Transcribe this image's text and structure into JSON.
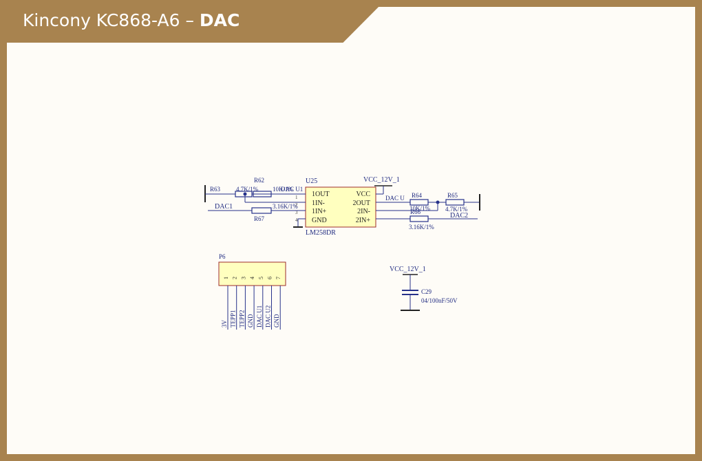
{
  "header": {
    "title_main": "Kincony KC868-A6 – ",
    "title_bold": "DAC"
  },
  "colors": {
    "frame": "#a8834f",
    "paper": "#fefcf7",
    "wire": "#26318a",
    "ic_fill": "#ffffbf",
    "ic_border": "#9e2b2b",
    "text": "#1f2a80",
    "dark": "#222222"
  },
  "schematic": {
    "u25": {
      "ref": "U25",
      "part": "LM258DR",
      "left_pins": [
        "1OUT",
        "1IN-",
        "1IN+",
        "GND"
      ],
      "right_pins": [
        "VCC",
        "2OUT",
        "2IN-",
        "2IN+"
      ],
      "left_pin_numbers": [
        "1",
        "2",
        "3",
        "4"
      ]
    },
    "vcc_top": "VCC_12V_1",
    "vcc_cap": "VCC_12V_1",
    "resistors": {
      "r63": {
        "ref": "R63",
        "value": "4.7K/1%"
      },
      "r62": {
        "ref": "R62",
        "value": "10K/1%"
      },
      "r67": {
        "ref": "R67",
        "value": "3.16K/1%"
      },
      "r64": {
        "ref": "R64",
        "value": "10K/1%"
      },
      "r65": {
        "ref": "R65",
        "value": "4.7K/1%"
      },
      "r66": {
        "ref": "R66",
        "value": "3.16K/1%"
      }
    },
    "nets": {
      "dac1": "DAC1",
      "dac2": "DAC2",
      "dacu1": "DAC U1",
      "dacu1_right": "DAC U"
    },
    "capacitor": {
      "ref": "C29",
      "value": "04/100nF/50V"
    },
    "p6": {
      "ref": "P6",
      "pin_numbers": [
        "1",
        "2",
        "3",
        "4",
        "5",
        "6",
        "7"
      ],
      "pin_labels": [
        "3V",
        "TEPP1",
        "TEPP2",
        "GND",
        "DAC U1",
        "DAC U2",
        "GND"
      ]
    }
  }
}
